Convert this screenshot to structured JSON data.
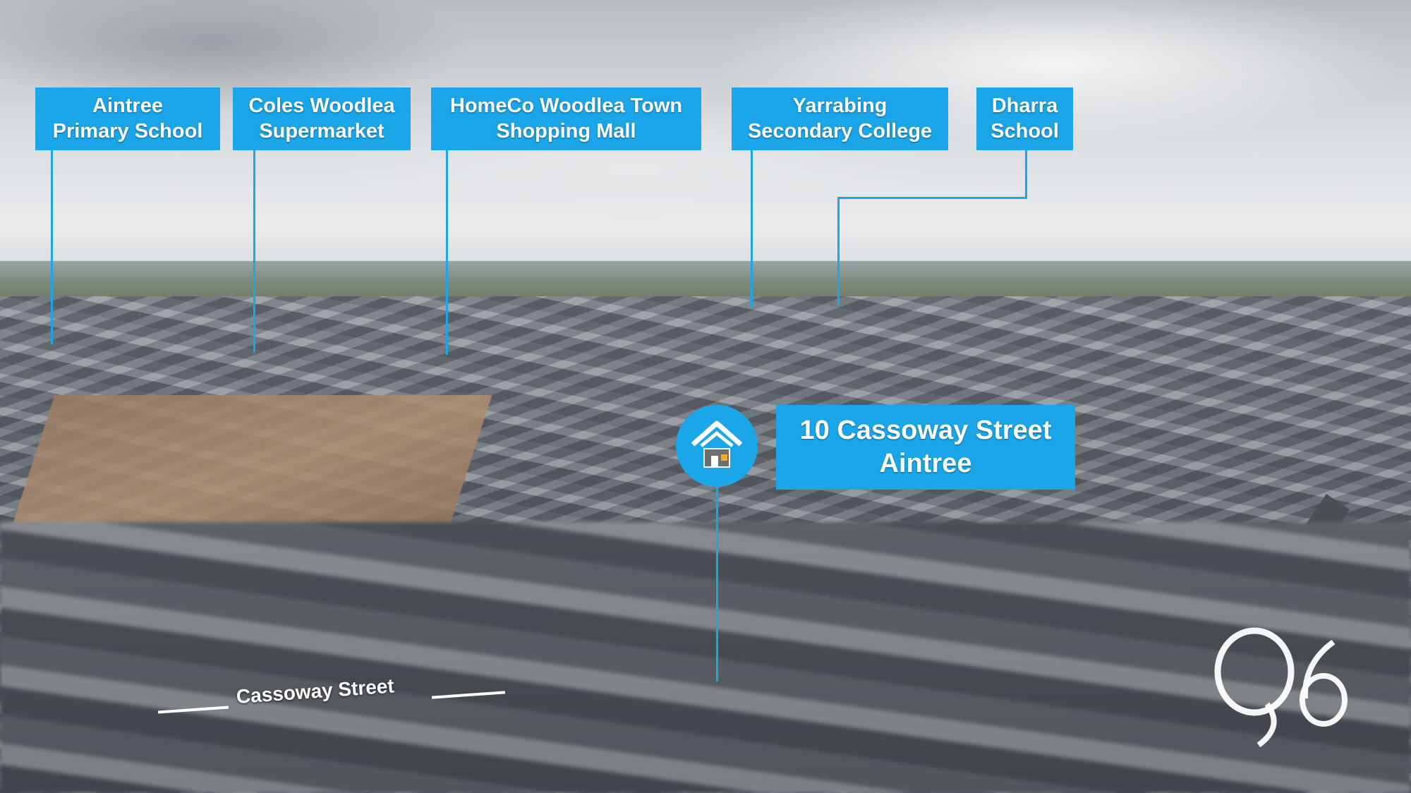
{
  "points_of_interest": [
    {
      "line1": "Aintree",
      "line2": "Primary School"
    },
    {
      "line1": "Coles Woodlea",
      "line2": "Supermarket"
    },
    {
      "line1": "HomeCo Woodlea Town",
      "line2": "Shopping Mall"
    },
    {
      "line1": "Yarrabing",
      "line2": "Secondary College"
    },
    {
      "line1": "Dharra",
      "line2": "School"
    }
  ],
  "property": {
    "line1": "10 Cassoway Street",
    "line2": "Aintree",
    "icon": "house-icon"
  },
  "street": {
    "label": "Cassoway Street"
  },
  "watermark": {
    "text": "Q6"
  },
  "colors": {
    "label_blue": "#1aa6e8",
    "text": "#ffffff"
  }
}
